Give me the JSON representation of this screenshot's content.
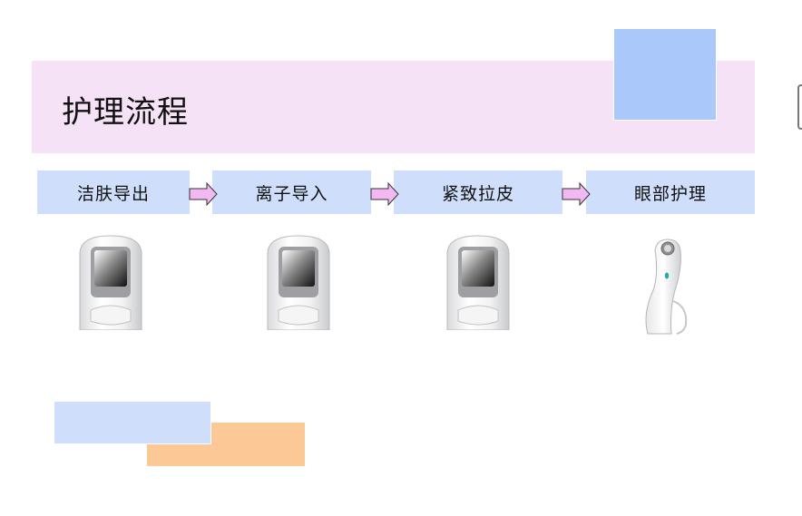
{
  "title": "护理流程",
  "steps": [
    {
      "label": "洁肤导出",
      "device": "facial-device-icon"
    },
    {
      "label": "离子导入",
      "device": "facial-device-icon"
    },
    {
      "label": "紧致拉皮",
      "device": "facial-device-icon"
    },
    {
      "label": "眼部护理",
      "device": "eye-pen-device-icon"
    }
  ],
  "colors": {
    "title_band": "#f6e2f7",
    "accent_square": "#abc8fb",
    "step_fill": "#cfdffb",
    "arrow_fill": "#f1b8f1",
    "deco_orange": "#fcc996"
  }
}
